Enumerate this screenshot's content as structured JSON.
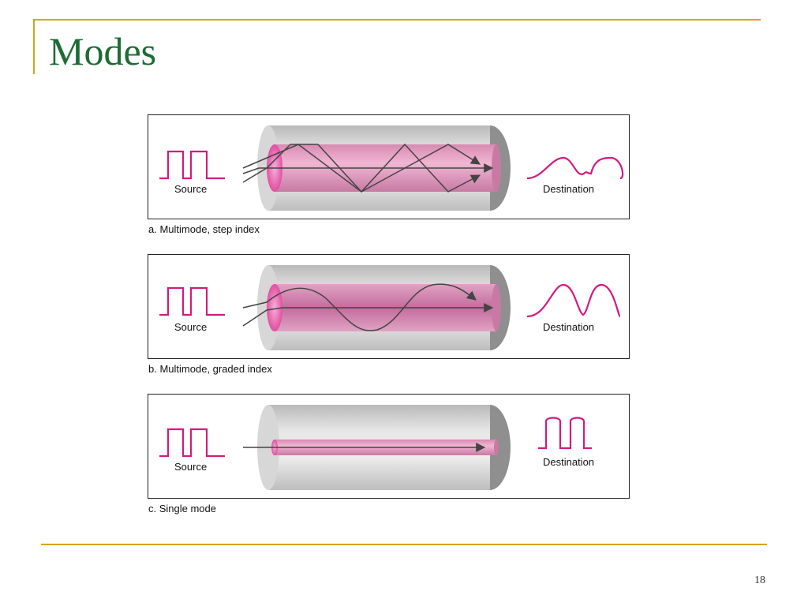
{
  "slide": {
    "title": "Modes",
    "page_number": "18"
  },
  "panels": [
    {
      "source_label": "Source",
      "destination_label": "Destination",
      "caption": "a. Multimode, step index"
    },
    {
      "source_label": "Source",
      "destination_label": "Destination",
      "caption": "b. Multimode, graded index"
    },
    {
      "source_label": "Source",
      "destination_label": "Destination",
      "caption": "c. Single mode"
    }
  ],
  "colors": {
    "accent_line": "#d9a21b",
    "title": "#1e6b35",
    "signal": "#d41a7e",
    "core": "#e58abc",
    "cladding": "#cfcfcf"
  }
}
